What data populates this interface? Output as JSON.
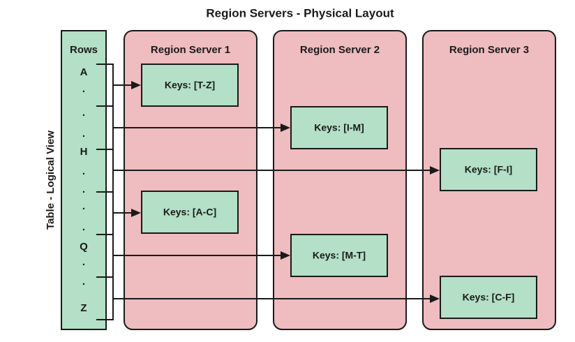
{
  "title": "Region Servers - Physical Layout",
  "side_label": "Table - Logical View",
  "rows_header": "Rows",
  "row_labels": [
    "A",
    ".",
    ".",
    ".",
    "H",
    ".",
    ".",
    ".",
    ".",
    "Q",
    ".",
    ".",
    "Z"
  ],
  "servers": [
    {
      "name": "Region Server 1"
    },
    {
      "name": "Region Server 2"
    },
    {
      "name": "Region Server 3"
    }
  ],
  "regions": [
    {
      "label": "Keys: [T-Z]",
      "server": 0
    },
    {
      "label": "Keys: [I-M]",
      "server": 1
    },
    {
      "label": "Keys: [F-I]",
      "server": 2
    },
    {
      "label": "Keys: [A-C]",
      "server": 0
    },
    {
      "label": "Keys: [M-T]",
      "server": 1
    },
    {
      "label": "Keys: [C-F]",
      "server": 2
    }
  ],
  "colors": {
    "server_fill": "#efbcc0",
    "region_fill": "#b3e0c6",
    "rows_fill": "#b3e0c6",
    "stroke": "#1a1a1a"
  }
}
